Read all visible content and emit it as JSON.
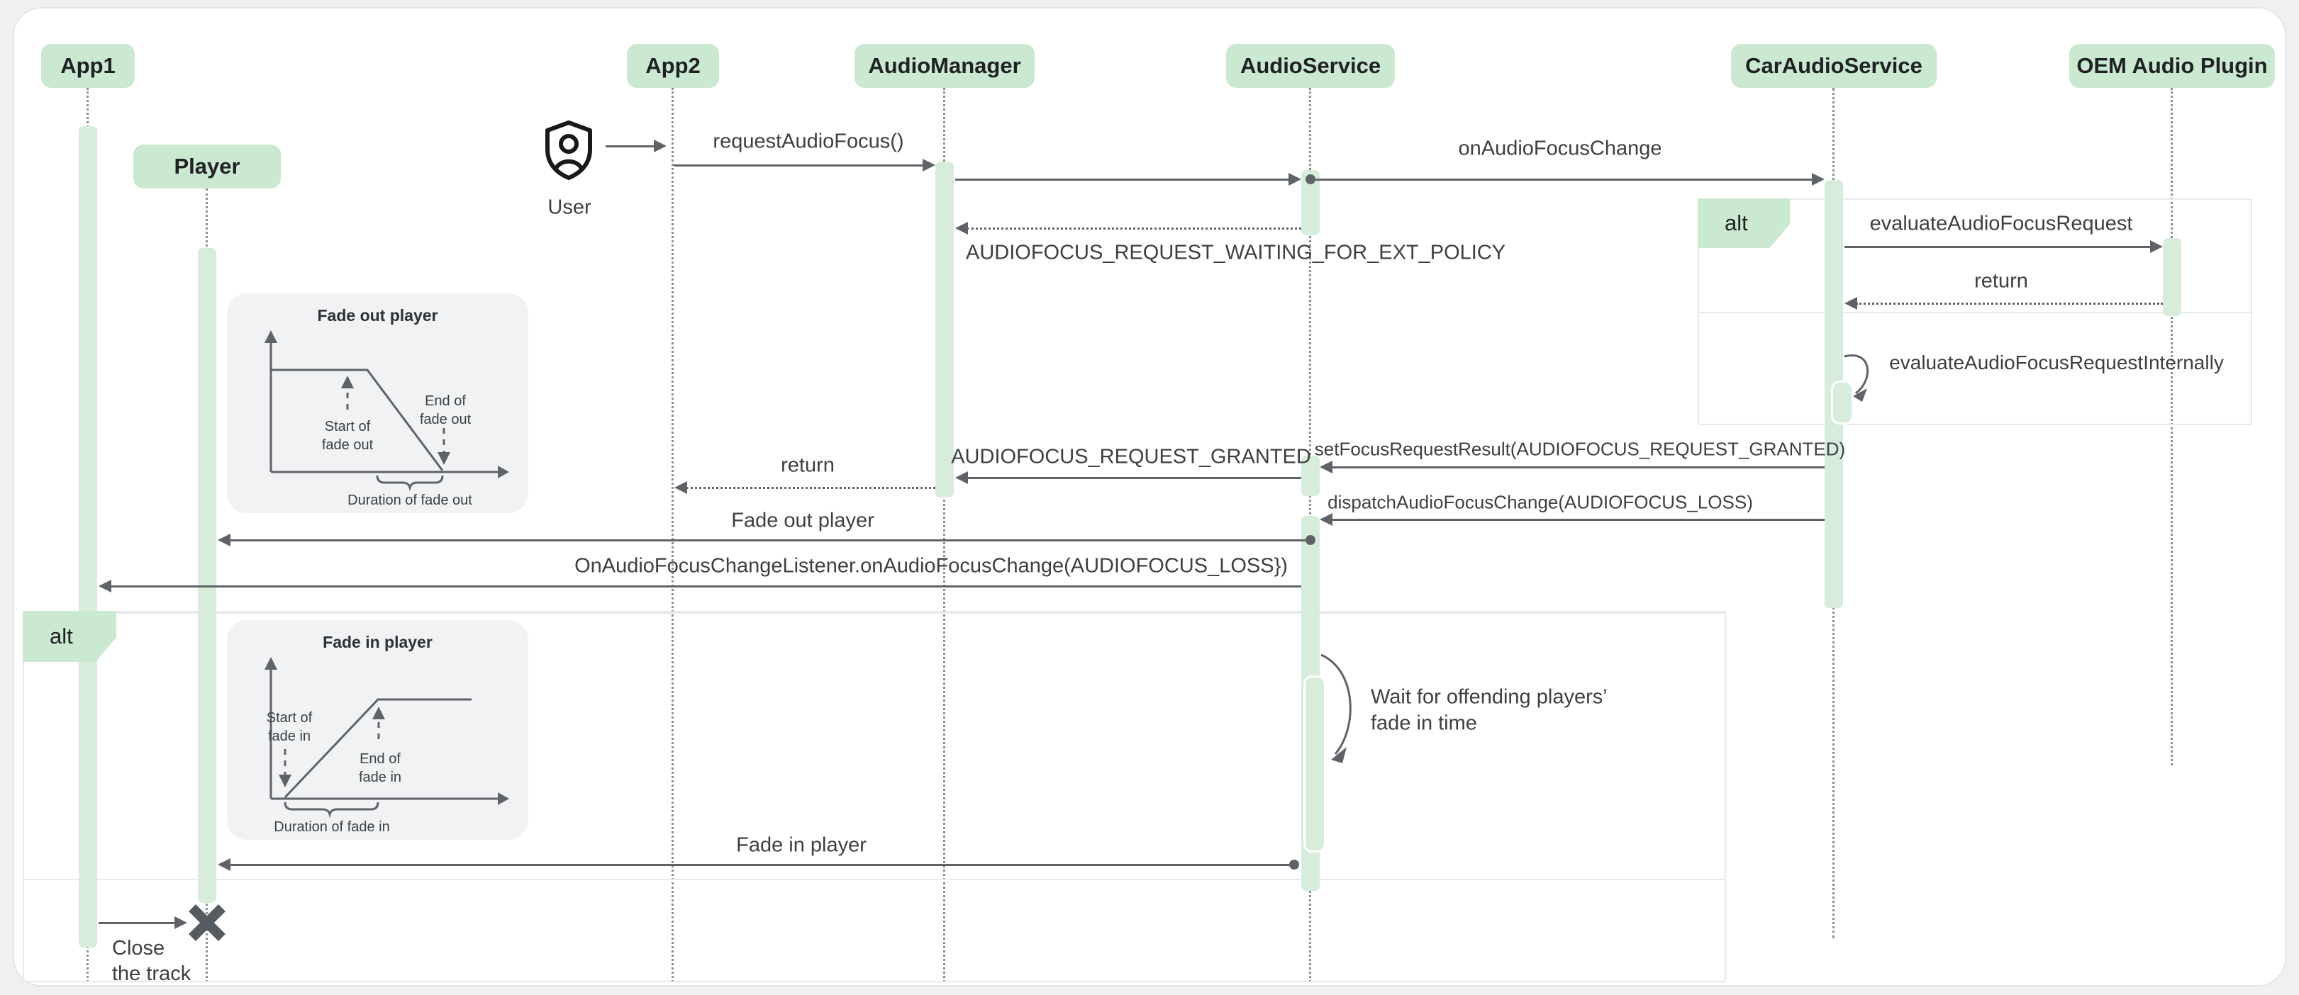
{
  "participants": [
    {
      "name": "App1"
    },
    {
      "name": "Player"
    },
    {
      "name": "App2"
    },
    {
      "name": "AudioManager"
    },
    {
      "name": "AudioService"
    },
    {
      "name": "CarAudioService"
    },
    {
      "name": "OEM Audio Plugin"
    }
  ],
  "actor": {
    "label": "User"
  },
  "messages": {
    "request_audio_focus": "requestAudioFocus()",
    "on_audio_focus_change": "onAudioFocusChange",
    "waiting": "AUDIOFOCUS_REQUEST_WAITING_FOR_EXT_POLICY",
    "evaluate": "evaluateAudioFocusRequest",
    "eval_return": "return",
    "evaluate_internally": "evaluateAudioFocusRequestInternally",
    "set_focus_result": "setFocusRequestResult(AUDIOFOCUS_REQUEST_GRANTED)",
    "granted": "AUDIOFOCUS_REQUEST_GRANTED",
    "manager_return": "return",
    "dispatch": "dispatchAudioFocusChange(AUDIOFOCUS_LOSS)",
    "fade_out": "Fade out player",
    "listener_loss": "OnAudioFocusChangeListener.onAudioFocusChange(AUDIOFOCUS_LOSS})",
    "wait_line1": "Wait for offending players’",
    "wait_line2": "fade in time",
    "fade_in": "Fade in player",
    "close_line1": "Close",
    "close_line2": "the track"
  },
  "fragments": {
    "alt_right": "alt",
    "alt_left": "alt"
  },
  "insets": {
    "fade_out": {
      "title": "Fade out player",
      "start_l1": "Start of",
      "start_l2": "fade out",
      "end_l1": "End of",
      "end_l2": "fade out",
      "duration": "Duration of fade out"
    },
    "fade_in": {
      "title": "Fade in player",
      "start_l1": "Start of",
      "start_l2": "fade in",
      "end_l1": "End of",
      "end_l2": "fade in",
      "duration": "Duration of fade in"
    }
  },
  "colors": {
    "participant_fill": "#cbe8d1",
    "activation_fill": "#d8ecdc",
    "arrow_line": "#5f6368",
    "message_text": "#3c4043",
    "fragment_border": "#e7e9ec",
    "inset_background": "#f0f2f3"
  }
}
